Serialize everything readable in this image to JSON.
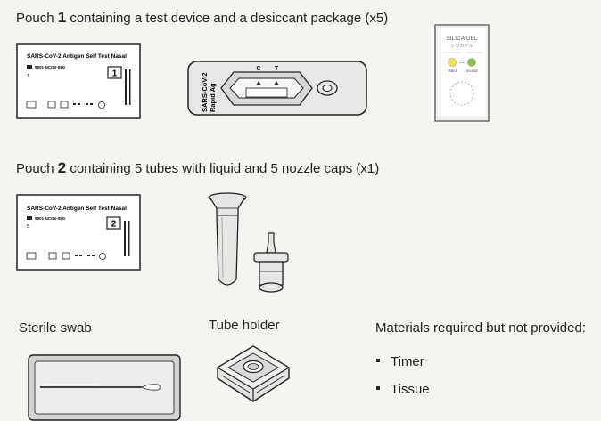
{
  "pouch1": {
    "prefix": "Pouch ",
    "number": "1",
    "suffix": " containing a test device and a desiccant package (x5)",
    "label_title": "SARS-CoV-2 Antigen Self Test Nasal",
    "label_ref": "9901-NCOV-09G",
    "label_count": "1",
    "label_box_number": "1"
  },
  "device": {
    "line_c": "C",
    "line_t": "T",
    "name_line1": "SARS-CoV-2",
    "name_line2": "Rapid Ag"
  },
  "desiccant": {
    "title": "SILICA GEL",
    "subtitle": "シリカゲル",
    "valid": "Valid",
    "invalid": "Invalid"
  },
  "pouch2": {
    "prefix": "Pouch ",
    "number": "2",
    "suffix": " containing 5 tubes with liquid and 5 nozzle caps (x1)",
    "label_title": "SARS-CoV-2 Antigen Self Test Nasal",
    "label_ref": "9901-NCOV-09G",
    "label_count": "5",
    "label_box_number": "2"
  },
  "swab": {
    "label": "Sterile swab"
  },
  "holder": {
    "label": "Tube holder"
  },
  "materials": {
    "title": "Materials required but not provided:",
    "items": [
      "Timer",
      "Tissue"
    ]
  }
}
